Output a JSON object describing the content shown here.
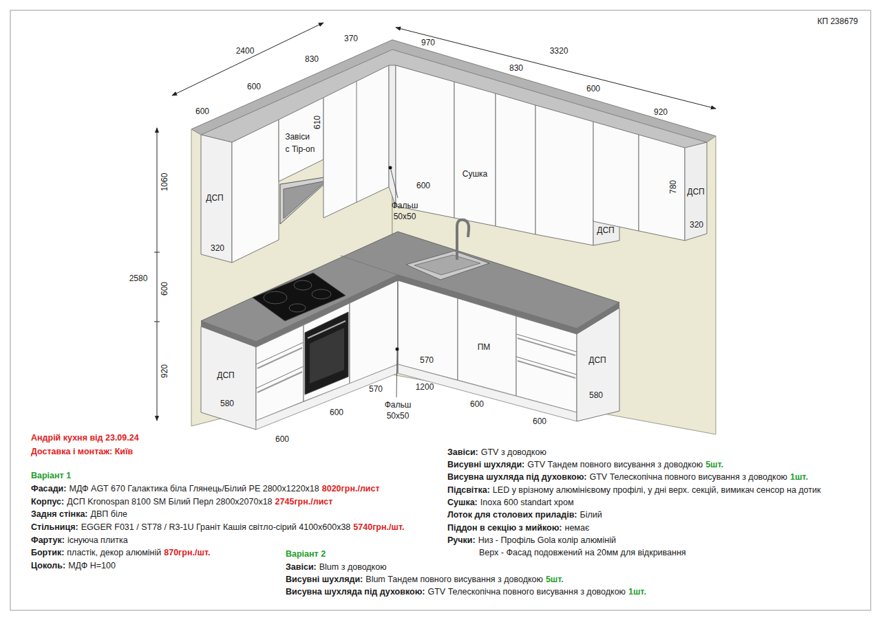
{
  "diagram": {
    "labels": [
      "КП 238679",
      "2400",
      "370",
      "970",
      "3320",
      "830",
      "600",
      "830",
      "600",
      "920",
      "600",
      "610",
      "1060",
      "2580",
      "600",
      "920",
      "780",
      "ДСП",
      "320",
      "Завіси",
      "с Tip-on",
      "ДСП",
      "320",
      "ДСП",
      "600",
      "Сушка",
      "Фальш",
      "50х50",
      "ДСП",
      "580",
      "570",
      "1200",
      "ПМ",
      "ДСП",
      "580",
      "570",
      "600",
      "600",
      "600",
      "600",
      "Фальш",
      "50х50",
      "Андрій кухня від 23.09.24",
      "Доставка і монтаж: Київ",
      "Варіант 1",
      "Фасади:",
      "МДФ AGT 670 Галактика біла Глянець/Білий PE 2800х1220х18",
      "8020грн./лист",
      "Корпус:",
      "ДСП Kronospan 8100 SM Білий Перл 2800х2070х18",
      "2745грн./лист",
      "Задня стінка:",
      "ДВП біле",
      "Стільниця:",
      "EGGER F031 / ST78 / R3-1U Граніт Кашія світло-сірий 4100х600х38",
      "5740грн./шт.",
      "Фартук:",
      "існуюча плитка",
      "Бортик:",
      "пластік, декор алюміній",
      "870грн./шт.",
      "Цоколь:",
      "МДФ H=100",
      "Завіси:",
      "GTV з доводкою",
      "Висувні шухляди:",
      "GTV Тандем повного висування з доводкою",
      "5шт.",
      "Висувна шухляда під духовкою:",
      "GTV Телескопічна повного висування з доводкою",
      "1шт.",
      "Підсвітка:",
      "LED у врізному алюмінієвому профілі, у дні верх. секцій, вимикач сенсор на дотик",
      "Сушка:",
      "Inoxa 600 standart хром",
      "Лоток для столових приладів:",
      "Білий",
      "Піддон в секцію з мийкою:",
      "немає",
      "Ручки:",
      "Низ - Профіль Gola колір алюміній",
      "Верх - Фасад подовжений на 20мм для відкривання",
      "Варіант 2",
      "Завіси:",
      "Blum з доводкою",
      "Висувні шухляди:",
      "Blum Тандем повного висування з доводкою",
      "5шт.",
      "Висувна шухляда під духовкою:",
      "GTV Телескопічна повного висування з доводкою",
      "1шт."
    ]
  }
}
